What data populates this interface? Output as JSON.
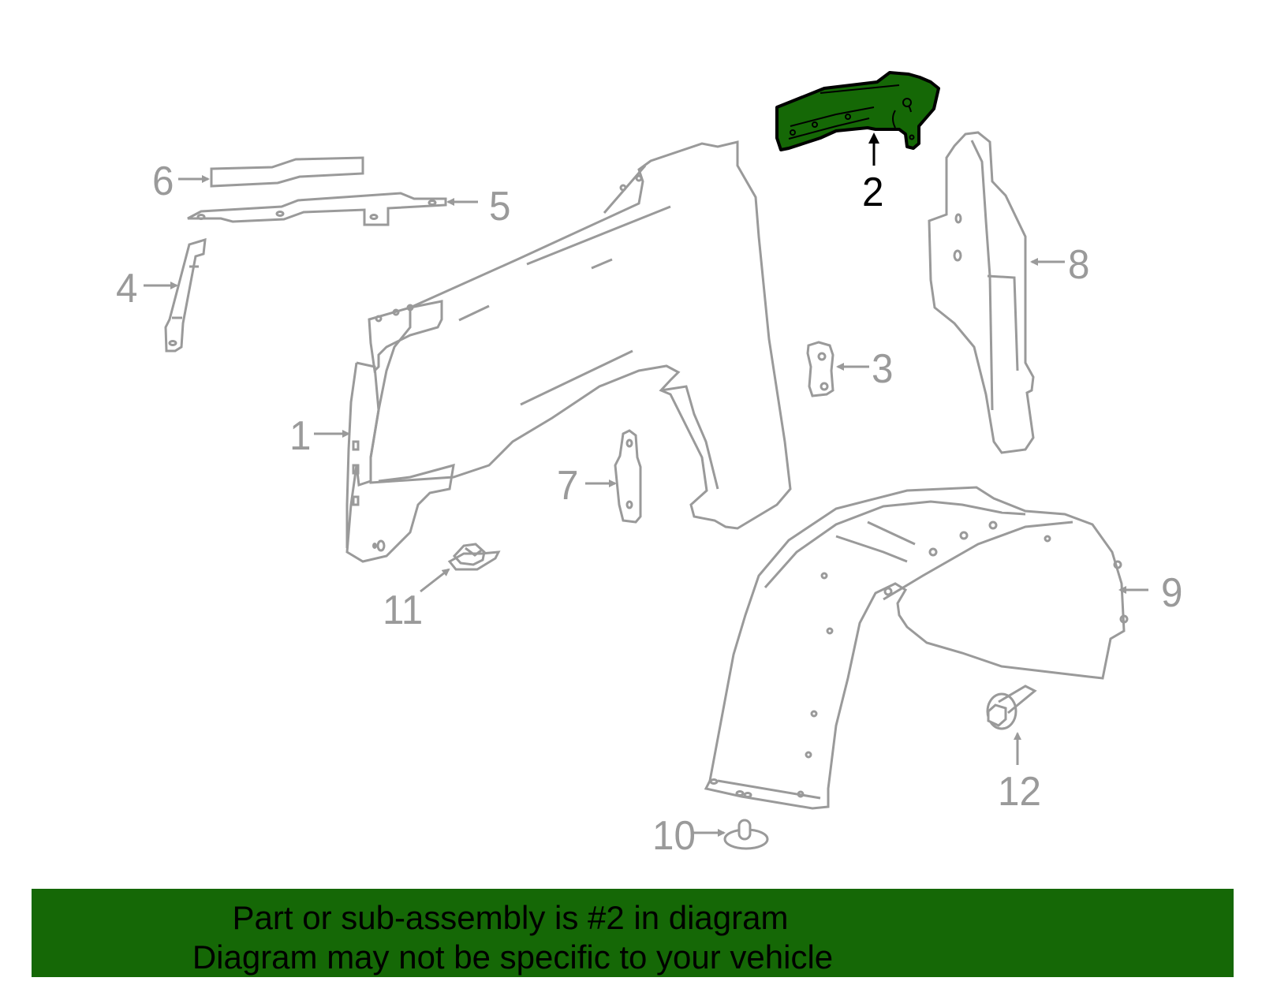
{
  "diagram": {
    "subject": "Front fender assembly exploded parts diagram",
    "highlight_color": "#156806",
    "line_color": "#9a9a9a",
    "highlighted_part": "2",
    "callouts": [
      {
        "id": "1",
        "label": "1"
      },
      {
        "id": "2",
        "label": "2"
      },
      {
        "id": "3",
        "label": "3"
      },
      {
        "id": "4",
        "label": "4"
      },
      {
        "id": "5",
        "label": "5"
      },
      {
        "id": "6",
        "label": "6"
      },
      {
        "id": "7",
        "label": "7"
      },
      {
        "id": "8",
        "label": "8"
      },
      {
        "id": "9",
        "label": "9"
      },
      {
        "id": "10",
        "label": "10"
      },
      {
        "id": "11",
        "label": "11"
      },
      {
        "id": "12",
        "label": "12"
      }
    ]
  },
  "banner": {
    "line1": "Part or sub-assembly is #2 in diagram",
    "line2": "Diagram may not be specific to your vehicle",
    "background": "#156806"
  }
}
